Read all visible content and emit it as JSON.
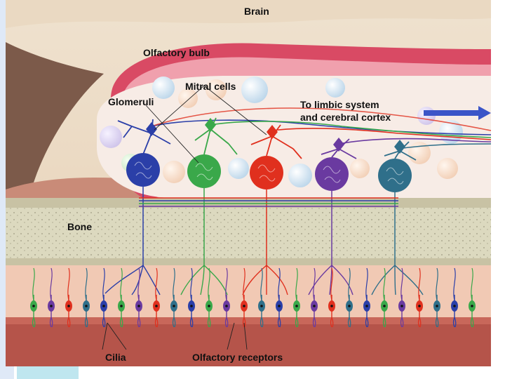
{
  "labels": {
    "brain": "Brain",
    "olfactory_bulb": "Olfactory bulb",
    "mitral_cells": "Mitral cells",
    "glomeruli": "Glomeruli",
    "to_limbic_line1": "To limbic system",
    "to_limbic_line2": "and cerebral cortex",
    "bone": "Bone",
    "cilia": "Cilia",
    "olfactory_receptors": "Olfactory receptors"
  },
  "colors": {
    "neuron_blue": "#2b3fa8",
    "neuron_green": "#3aa84a",
    "neuron_red": "#e0301e",
    "neuron_purple": "#6a3aa0",
    "neuron_teal": "#2f6f8a",
    "bulb_membrane": "#e0506a",
    "bone": "#d8d4b8",
    "tissue": "#f1c9b4",
    "arrow": "#3b55c8"
  }
}
